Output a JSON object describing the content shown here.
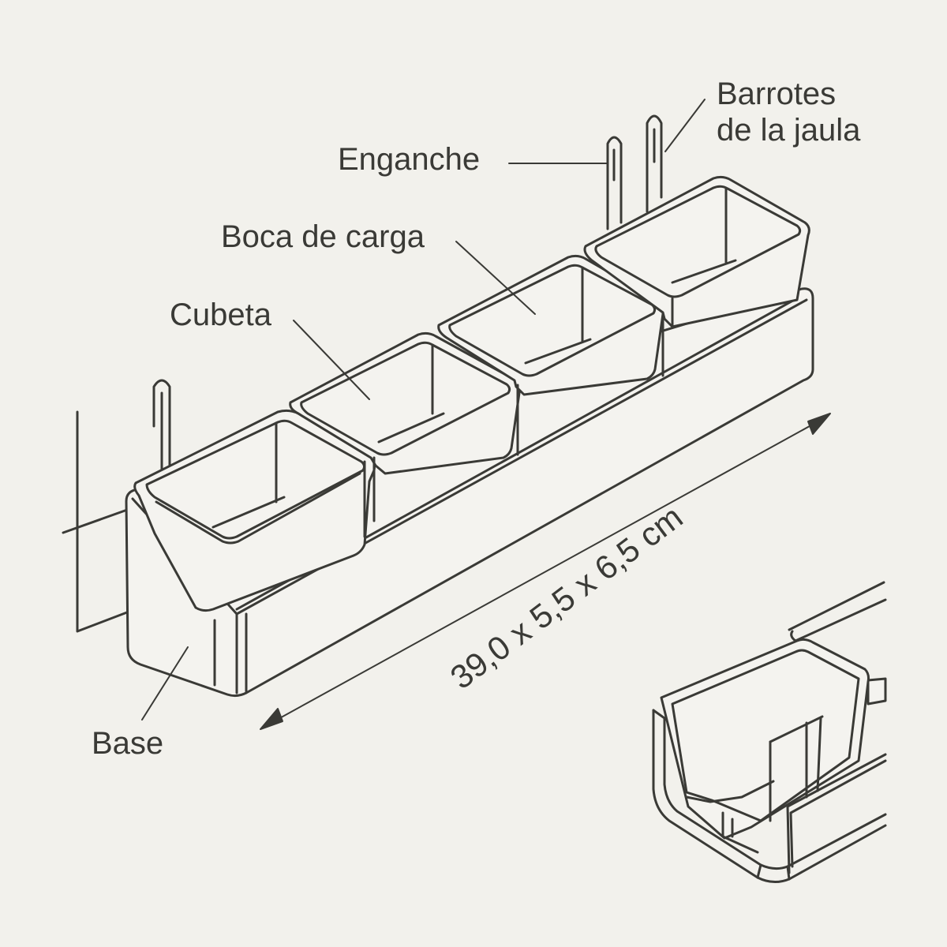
{
  "labels": {
    "barrotes_line1": "Barrotes",
    "barrotes_line2": "de la jaula",
    "enganche": "Enganche",
    "boca_de_carga": "Boca de carga",
    "cubeta": "Cubeta",
    "base": "Base"
  },
  "dimension": "39,0 x 5,5 x 6,5 cm",
  "colors": {
    "background": "#f2f1ec",
    "line": "#3a3a36",
    "fill": "#f4f3ef"
  }
}
